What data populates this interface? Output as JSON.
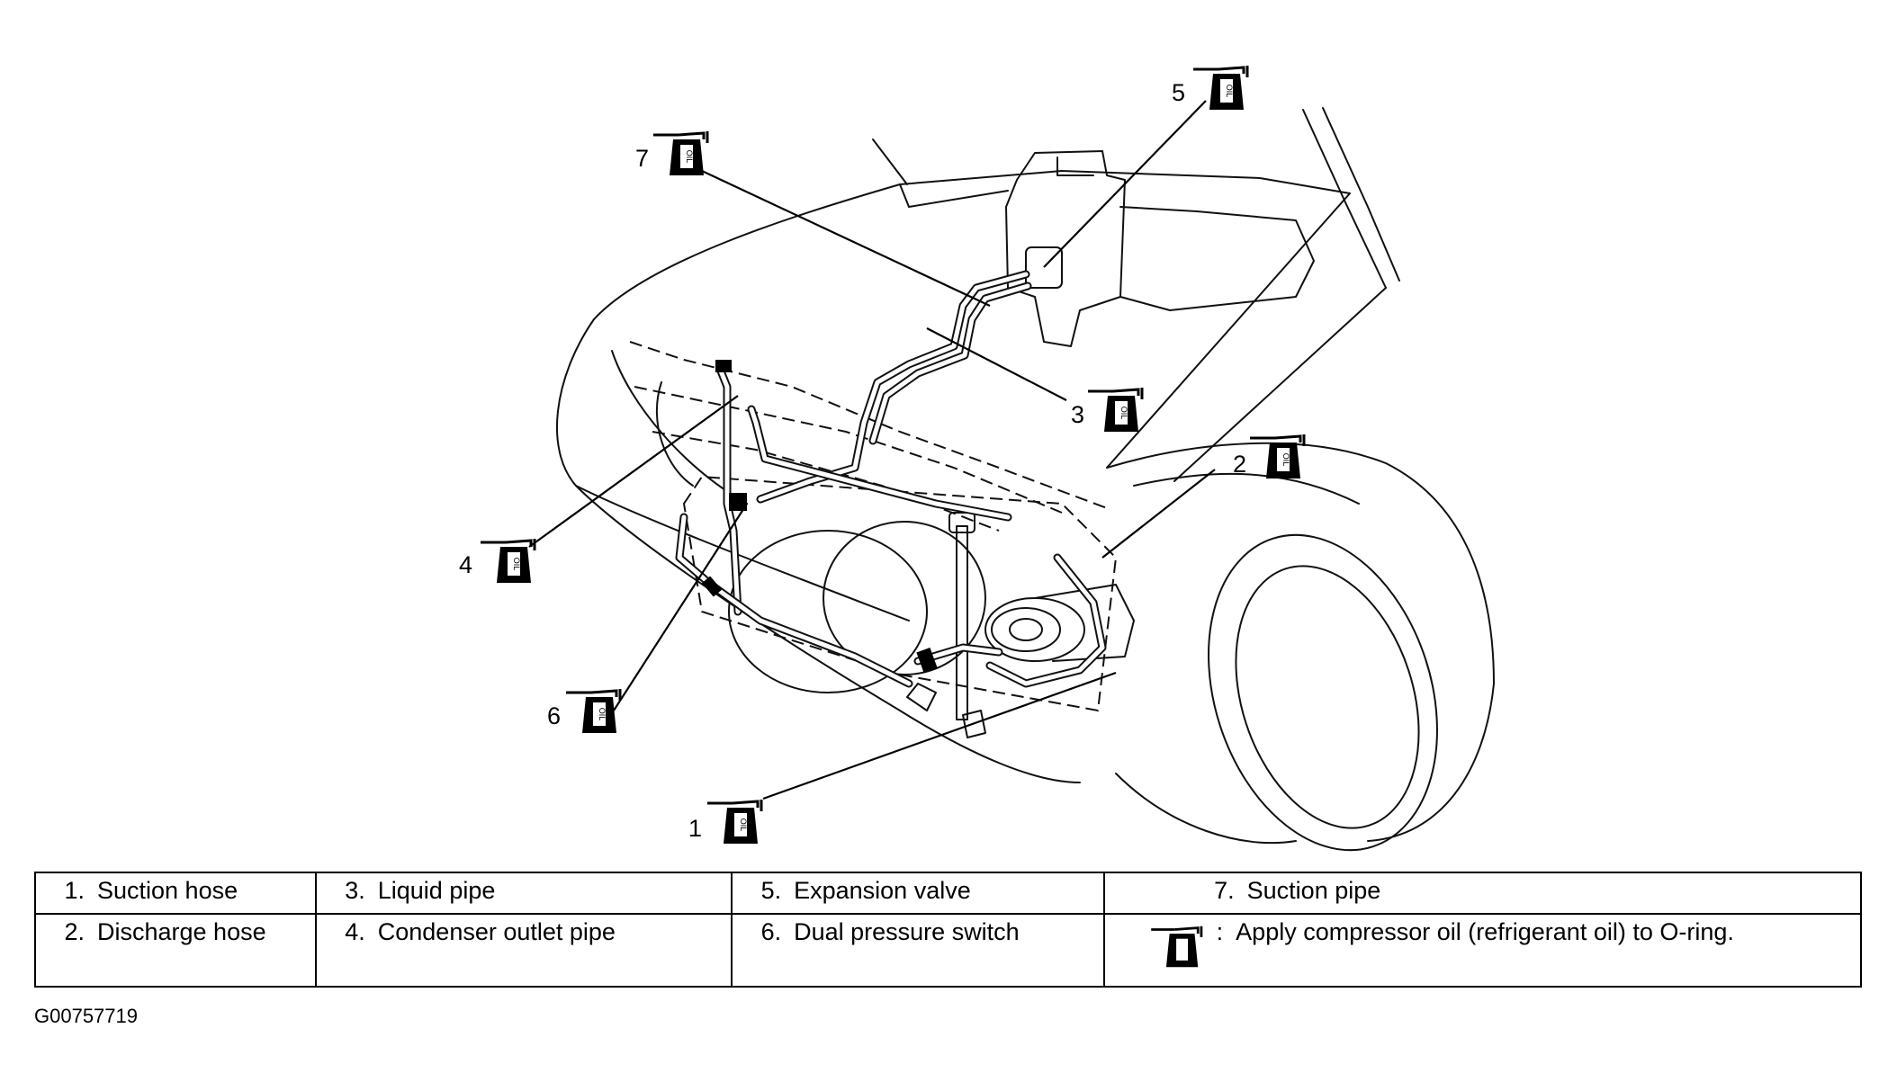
{
  "diagram": {
    "callouts": [
      {
        "id": "1",
        "label": "1"
      },
      {
        "id": "2",
        "label": "2"
      },
      {
        "id": "3",
        "label": "3"
      },
      {
        "id": "4",
        "label": "4"
      },
      {
        "id": "5",
        "label": "5"
      },
      {
        "id": "6",
        "label": "6"
      },
      {
        "id": "7",
        "label": "7"
      }
    ],
    "oil_icon_text": "OIL"
  },
  "legend": {
    "row1": [
      {
        "num": "1.",
        "text": "Suction hose"
      },
      {
        "num": "3.",
        "text": "Liquid pipe"
      },
      {
        "num": "5.",
        "text": "Expansion valve"
      },
      {
        "num": "7.",
        "text": "Suction pipe"
      }
    ],
    "row2": [
      {
        "num": "2.",
        "text": "Discharge hose"
      },
      {
        "num": "4.",
        "text": "Condenser outlet pipe"
      },
      {
        "num": "6.",
        "text": "Dual pressure switch"
      }
    ],
    "note": {
      "colon": ":",
      "text": "Apply compressor oil (refrigerant oil) to O-ring."
    }
  },
  "figure_id": "G00757719"
}
